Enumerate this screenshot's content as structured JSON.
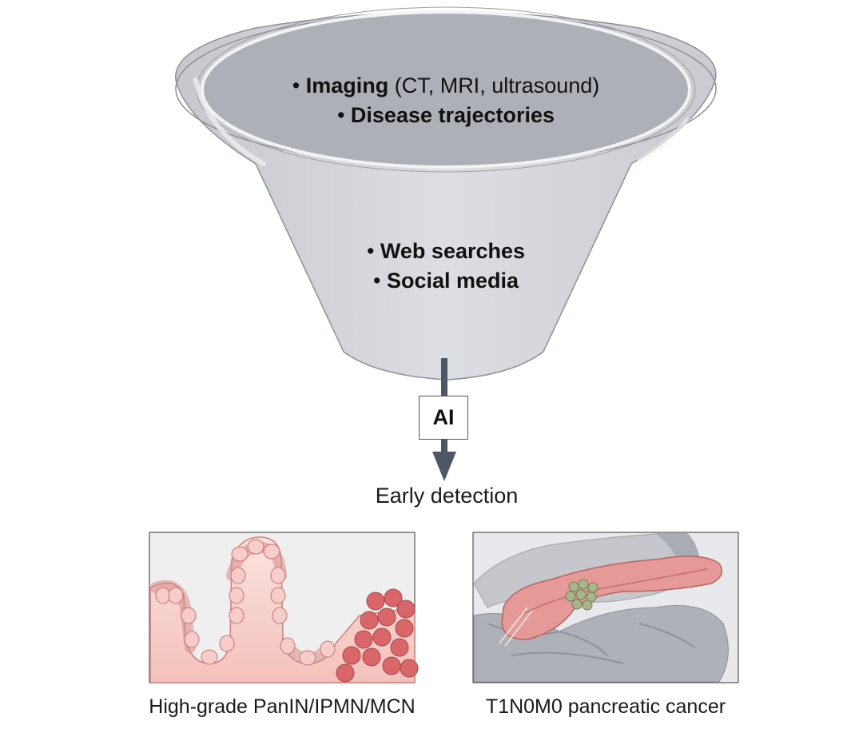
{
  "funnel": {
    "top_items": [
      {
        "bold": "Imaging",
        "rest": " (CT, MRI, ultrasound)"
      },
      {
        "bold": "Disease trajectories",
        "rest": ""
      }
    ],
    "middle_items": [
      {
        "bold": "Web searches",
        "rest": ""
      },
      {
        "bold": "Social media",
        "rest": ""
      }
    ],
    "bullet": "•"
  },
  "ai_label": "AI",
  "outcome_label": "Early detection",
  "panels": [
    {
      "caption": "High-grade PanIN/IPMN/MCN",
      "illustration": "epithelium-illustration"
    },
    {
      "caption": "T1N0M0 pancreatic cancer",
      "illustration": "pancreas-illustration"
    }
  ],
  "colors": {
    "funnel_fill": "#d3d5db",
    "funnel_top": "#a9abb3",
    "arrow": "#4d5766",
    "tissue": "#e48f8f",
    "organ": "#b9bcc3"
  }
}
